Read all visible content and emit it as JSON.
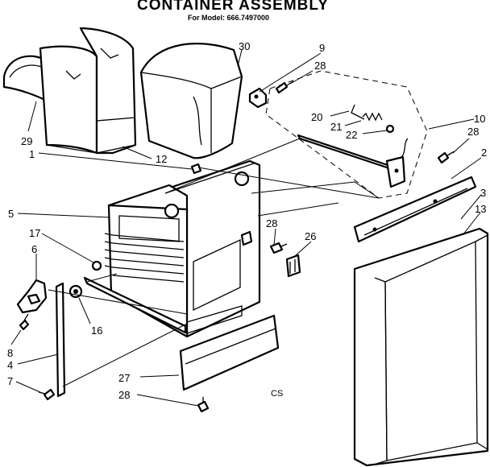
{
  "header": {
    "title": "CONTAINER ASSEMBLY",
    "model_line": "For Model: 666.7497000"
  },
  "diagram": {
    "callouts": [
      "1",
      "2",
      "3",
      "4",
      "5",
      "6",
      "7",
      "8",
      "9",
      "10",
      "12",
      "13",
      "16",
      "17",
      "20",
      "21",
      "22",
      "26",
      "27",
      "28",
      "29",
      "30"
    ],
    "code_mark": "CS"
  }
}
